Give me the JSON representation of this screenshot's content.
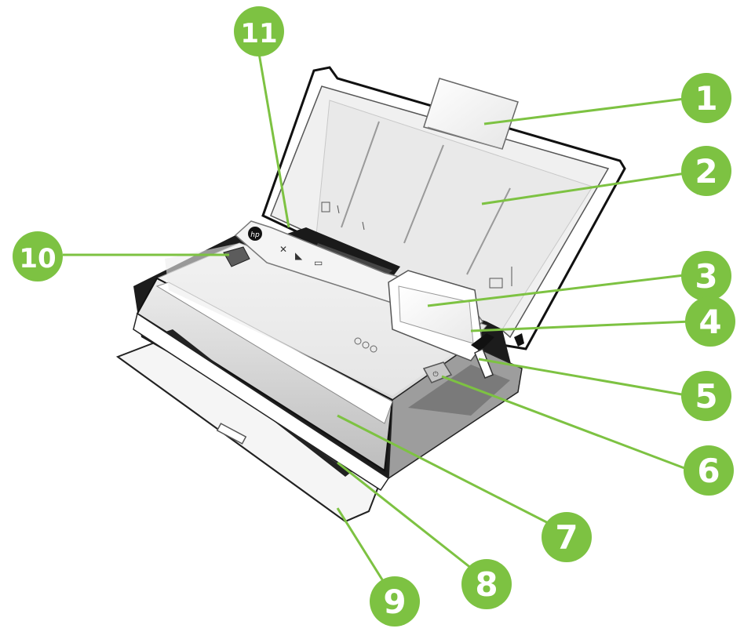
{
  "colors": {
    "callout_fill": "#7dc242",
    "callout_text": "#ffffff",
    "leader_line": "#7dc242",
    "printer_dark": "#1a1a1a",
    "printer_light": "#f2f2f2",
    "printer_mid": "#d6d6d6"
  },
  "callouts": [
    {
      "id": "1",
      "label": "1"
    },
    {
      "id": "2",
      "label": "2"
    },
    {
      "id": "3",
      "label": "3"
    },
    {
      "id": "4",
      "label": "4"
    },
    {
      "id": "5",
      "label": "5"
    },
    {
      "id": "6",
      "label": "6"
    },
    {
      "id": "7",
      "label": "7"
    },
    {
      "id": "8",
      "label": "8"
    },
    {
      "id": "9",
      "label": "9"
    },
    {
      "id": "10",
      "label": "10"
    },
    {
      "id": "11",
      "label": "11"
    }
  ],
  "printer": {
    "logo_icon": "hp-logo-icon",
    "panel_icons": [
      "cancel-icon",
      "wireless-icon",
      "printer-icon"
    ],
    "power_icon": "power-icon"
  }
}
